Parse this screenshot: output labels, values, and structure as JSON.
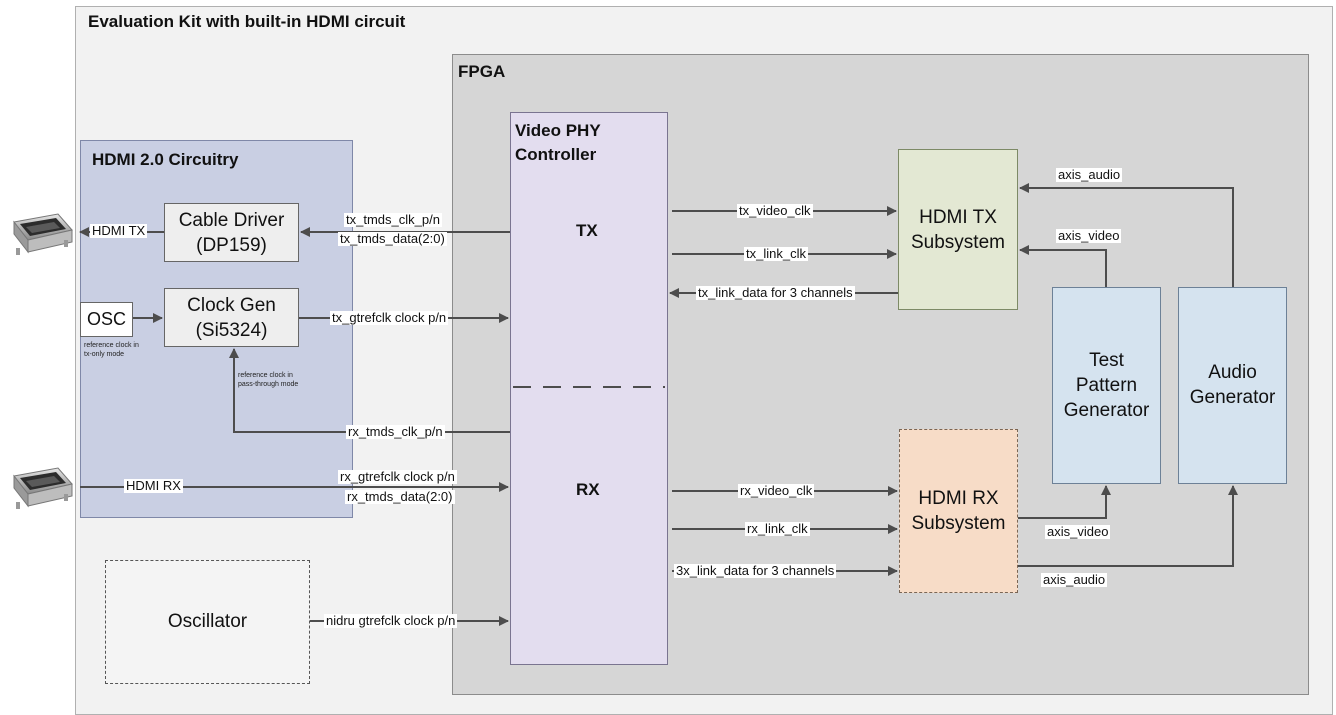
{
  "kit_title": "Evaluation Kit with built-in HDMI circuit",
  "fpga_title": "FPGA",
  "hdmi_circuitry_title": "HDMI 2.0 Circuitry",
  "cable_driver": {
    "line1": "Cable Driver",
    "line2": "(DP159)"
  },
  "clock_gen": {
    "line1": "Clock Gen",
    "line2": "(Si5324)"
  },
  "osc": "OSC",
  "osc_note": {
    "line1": "reference clock in",
    "line2": "tx-only mode"
  },
  "pass_note": {
    "line1": "reference clock in",
    "line2": "pass-through mode"
  },
  "oscillator": "Oscillator",
  "vphy": {
    "line1": "Video PHY",
    "line2": "Controller",
    "tx": "TX",
    "rx": "RX"
  },
  "hdmi_tx_subsystem": {
    "line1": "HDMI TX",
    "line2": "Subsystem"
  },
  "hdmi_rx_subsystem": {
    "line1": "HDMI RX",
    "line2": "Subsystem"
  },
  "test_pattern_generator": {
    "line1": "Test",
    "line2": "Pattern",
    "line3": "Generator"
  },
  "audio_generator": {
    "line1": "Audio",
    "line2": "Generator"
  },
  "signals": {
    "hdmi_tx": "HDMI TX",
    "hdmi_rx": "HDMI RX",
    "tx_tmds_clk": "tx_tmds_clk_p/n",
    "tx_tmds_data": "tx_tmds_data(2:0)",
    "tx_gtrefclk": "tx_gtrefclk clock p/n",
    "rx_tmds_clk": "rx_tmds_clk_p/n",
    "rx_gtrefclk": "rx_gtrefclk clock p/n",
    "rx_tmds_data": "rx_tmds_data(2:0)",
    "nidru_gtrefclk": "nidru gtrefclk clock p/n",
    "tx_video_clk": "tx_video_clk",
    "tx_link_clk": "tx_link_clk",
    "tx_link_data": "tx_link_data for 3 channels",
    "rx_video_clk": "rx_video_clk",
    "rx_link_clk": "rx_link_clk",
    "rx_link_data": "3x_link_data for 3 channels",
    "axis_audio_tx": "axis_audio",
    "axis_video_tx": "axis_video",
    "axis_video_rx": "axis_video",
    "axis_audio_rx": "axis_audio"
  },
  "colors": {
    "kit_bg": "#f2f2f2",
    "fpga_bg": "#d6d6d6",
    "hdmi_circuitry_bg": "#c9cfe3",
    "vphy_bg": "#e3ddef",
    "tx_subsystem_bg": "#e3e8d3",
    "rx_subsystem_bg": "#f7dcc7",
    "generator_bg": "#d5e3ef",
    "arrow": "#4d4d4d"
  }
}
